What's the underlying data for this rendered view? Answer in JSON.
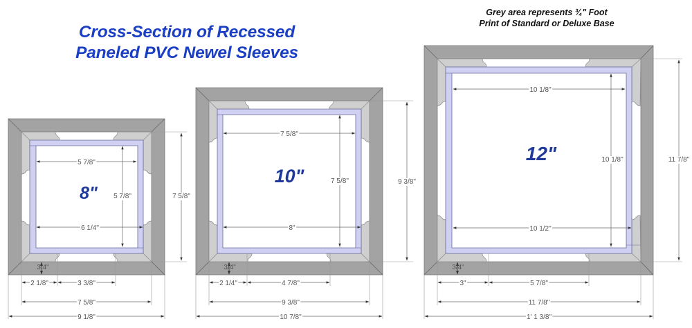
{
  "header": {
    "title_line1": "Cross-Section of Recessed",
    "title_line2": "Paneled PVC Newel Sleeves",
    "note_line1": "Grey area represents ¾\" Foot",
    "note_line2": "Print of Standard or Deluxe Base"
  },
  "colors": {
    "title": "#1a3fc4",
    "size_label": "#1f3a9a",
    "base_dark_grey": "#a3a3a3",
    "sleeve_light_grey": "#cfcfcf",
    "panel_lavender": "#cfd0f2",
    "dimension_line": "#666666"
  },
  "sleeves": [
    {
      "size_label": "8\"",
      "inner_width_top": "5 7/8\"",
      "inner_height": "5 7/8\"",
      "inner_width_bottom": "6 1/4\"",
      "outer_height": "7 5/8\"",
      "base_thickness": "3/4\"",
      "corner_offset": "2 1/8\"",
      "recess_width": "3 3/8\"",
      "sleeve_width": "7 5/8\"",
      "base_width": "9 1/8\""
    },
    {
      "size_label": "10\"",
      "inner_width_top": "7 5/8\"",
      "inner_height": "7 5/8\"",
      "inner_width_bottom": "8\"",
      "outer_height": "9 3/8\"",
      "base_thickness": "3/4\"",
      "corner_offset": "2 1/4\"",
      "recess_width": "4 7/8\"",
      "sleeve_width": "9 3/8\"",
      "base_width": "10 7/8\""
    },
    {
      "size_label": "12\"",
      "inner_width_top": "10 1/8\"",
      "inner_height": "10 1/8\"",
      "inner_width_bottom": "10 1/2\"",
      "outer_height": "11 7/8\"",
      "base_thickness": "3/4\"",
      "corner_offset": "3\"",
      "recess_width": "5 7/8\"",
      "sleeve_width": "11 7/8\"",
      "base_width": "1' 1 3/8\""
    }
  ]
}
